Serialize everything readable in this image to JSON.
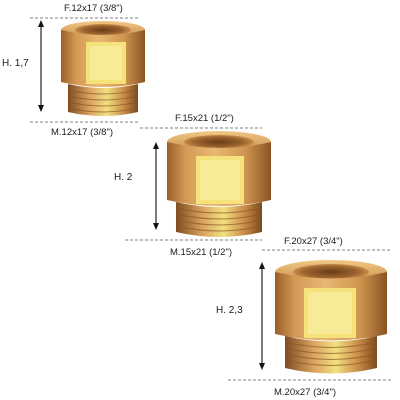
{
  "fittings": [
    {
      "top_label": "F.12x17 (3/8\")",
      "bottom_label": "M.12x17 (3/8\")",
      "height_label": "H. 1,7"
    },
    {
      "top_label": "F.15x21  (1/2\")",
      "bottom_label": "M.15x21  (1/2\")",
      "height_label": "H. 2"
    },
    {
      "top_label": "F.20x27 (3/4\")",
      "bottom_label": "M.20x27 (3/4\")",
      "height_label": "H. 2,3"
    }
  ],
  "colors": {
    "brass_light": "#f6e27a",
    "brass_mid": "#e0a95a",
    "brass_dark": "#a8692e",
    "face_highlight": "#f8f3b0"
  }
}
